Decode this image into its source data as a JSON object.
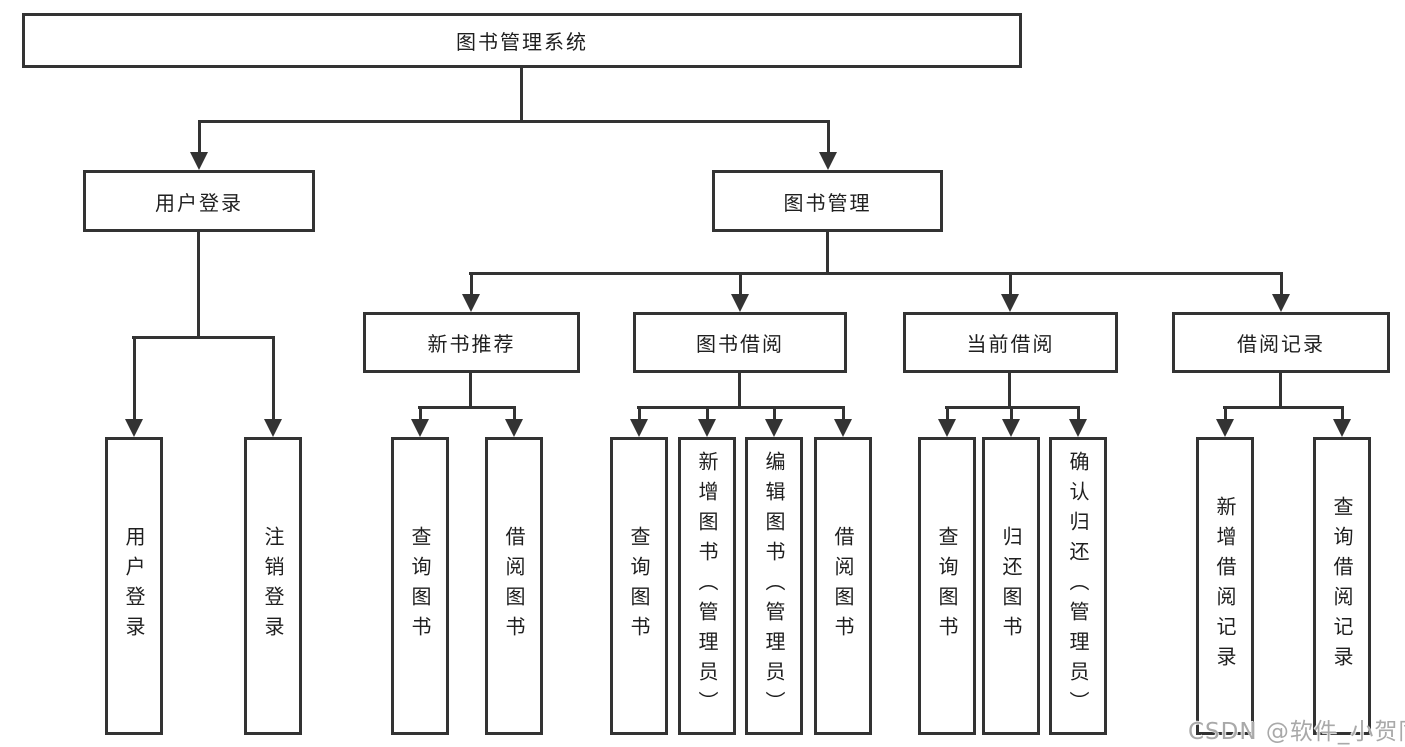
{
  "colors": {
    "line": "#333333",
    "text": "#1f1f1f",
    "watermark": "#a9a9a9",
    "background": "#ffffff"
  },
  "diagram": {
    "root": {
      "label": "图书管理系统"
    },
    "level2": [
      {
        "label": "用户登录"
      },
      {
        "label": "图书管理"
      }
    ],
    "level3": [
      {
        "label": "新书推荐"
      },
      {
        "label": "图书借阅"
      },
      {
        "label": "当前借阅"
      },
      {
        "label": "借阅记录"
      }
    ],
    "leaves": {
      "user_login_group": [
        {
          "label": "用户登录"
        },
        {
          "label": "注销登录"
        }
      ],
      "new_book_group": [
        {
          "label": "查询图书"
        },
        {
          "label": "借阅图书"
        }
      ],
      "book_borrow_group": [
        {
          "label": "查询图书"
        },
        {
          "label": "新增图书（管理员）"
        },
        {
          "label": "编辑图书（管理员）"
        },
        {
          "label": "借阅图书"
        }
      ],
      "current_borrow_group": [
        {
          "label": "查询图书"
        },
        {
          "label": "归还图书"
        },
        {
          "label": "确认归还（管理员）"
        }
      ],
      "record_group": [
        {
          "label": "新增借阅记录"
        },
        {
          "label": "查询借阅记录"
        }
      ]
    }
  },
  "watermark": {
    "text": "CSDN @软件_小贺同学"
  }
}
